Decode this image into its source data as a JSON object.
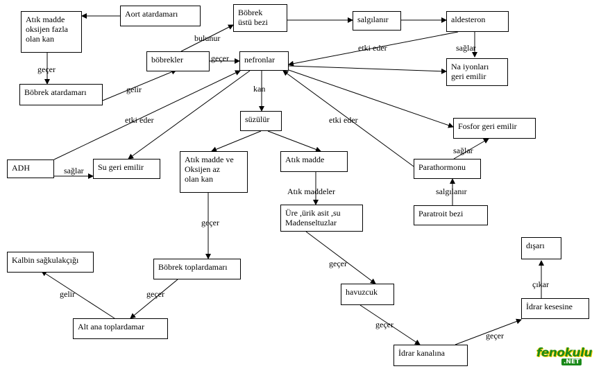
{
  "nodes": {
    "aort": "Aort  atardamarı",
    "atik_oksijen_fazla": "Atık madde\noksijen fazla\nolan kan",
    "bobrek_ustu_bezi": "Böbrek\nüstü bezi",
    "salgilanir": "salgılanır",
    "aldesteron": "aldesteron",
    "bobrekler": "böbrekler",
    "nefronlar": "nefronlar",
    "na_iyonlari": "Na iyonları\ngeri emilir",
    "bobrek_atardamari": "Böbrek atardamarı",
    "suzulur": "süzülür",
    "fosfor": "Fosfor geri emilir",
    "adh": "ADH",
    "su_geri_emilir": "Su geri emilir",
    "atik_oksijen_az": "Atık madde ve\nOksijen az\nolan kan",
    "atik_madde": "Atık madde",
    "parathormon": "Parathormonu",
    "ure": "Üre ,ürik asit ,su\nMadenseltuzlar",
    "paratroit": "Paratroit bezi",
    "disari": "dışarı",
    "kalbin": "Kalbin sağkulakçığı",
    "bobrek_toplardamari": "Böbrek toplardamarı",
    "havuzcuk": "havuzcuk",
    "idrar_kesesine": "İdrar kesesine",
    "alt_ana": "Alt ana toplardamar",
    "idrar_kanalina": "İdrar kanalına"
  },
  "edge_labels": {
    "bulunur": "bulunur",
    "gecer_1": "geçer",
    "gecer_2": "geçer",
    "gelir_1": "gelir",
    "etki_eder_1": "etki eder",
    "saglar_1": "sağlar",
    "kan": "kan",
    "etki_eder_2": "etki eder",
    "etki_eder_3": "etki eder",
    "saglar_2": "sağlar",
    "saglar_3": "sağlar",
    "salgilanir_2": "salgılanır",
    "atik_maddeler": "Atık maddeler",
    "gecer_3": "geçer",
    "gecer_4": "geçer",
    "gecer_5": "geçer",
    "gelir_2": "gelir",
    "gecer_6": "geçer",
    "gecer_7": "geçer",
    "cikar": "çıkar"
  },
  "logo": {
    "line1": "fenokulu",
    "line2": ".NET"
  }
}
